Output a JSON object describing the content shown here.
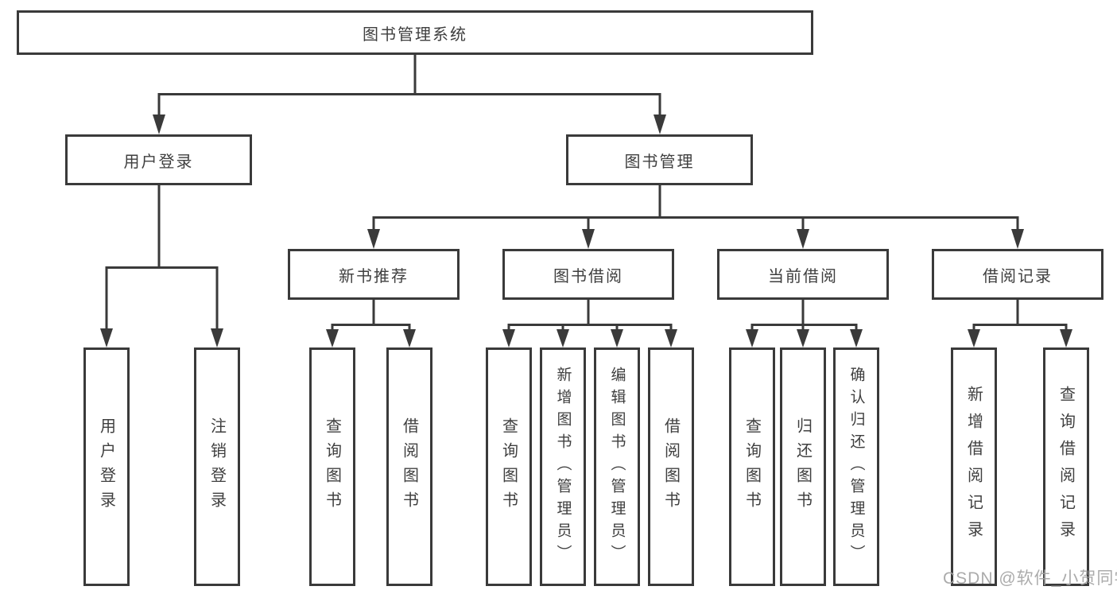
{
  "root_label": "图书管理系统",
  "nodes": {
    "user_login": {
      "label": "用户登录",
      "children": [
        "用户登录",
        "注销登录"
      ]
    },
    "book_management": {
      "label": "图书管理"
    },
    "new_book_recommend": {
      "label": "新书推荐",
      "children": [
        "查询图书",
        "借阅图书"
      ]
    },
    "book_borrow": {
      "label": "图书借阅",
      "children": [
        "查询图书",
        "新增图书（管理员）",
        "编辑图书（管理员）",
        "借阅图书"
      ]
    },
    "current_borrow": {
      "label": "当前借阅",
      "children": [
        "查询图书",
        "归还图书",
        "确认归还（管理员）"
      ]
    },
    "borrow_records": {
      "label": "借阅记录",
      "children": [
        "新增借阅记录",
        "查询借阅记录"
      ]
    }
  },
  "watermark": "CSDN @软件_小贺同学",
  "colors": {
    "line": "#3a3a3a",
    "text": "#3f3f3f",
    "watermark": "#a4a4a4",
    "background": "#ffffff"
  }
}
